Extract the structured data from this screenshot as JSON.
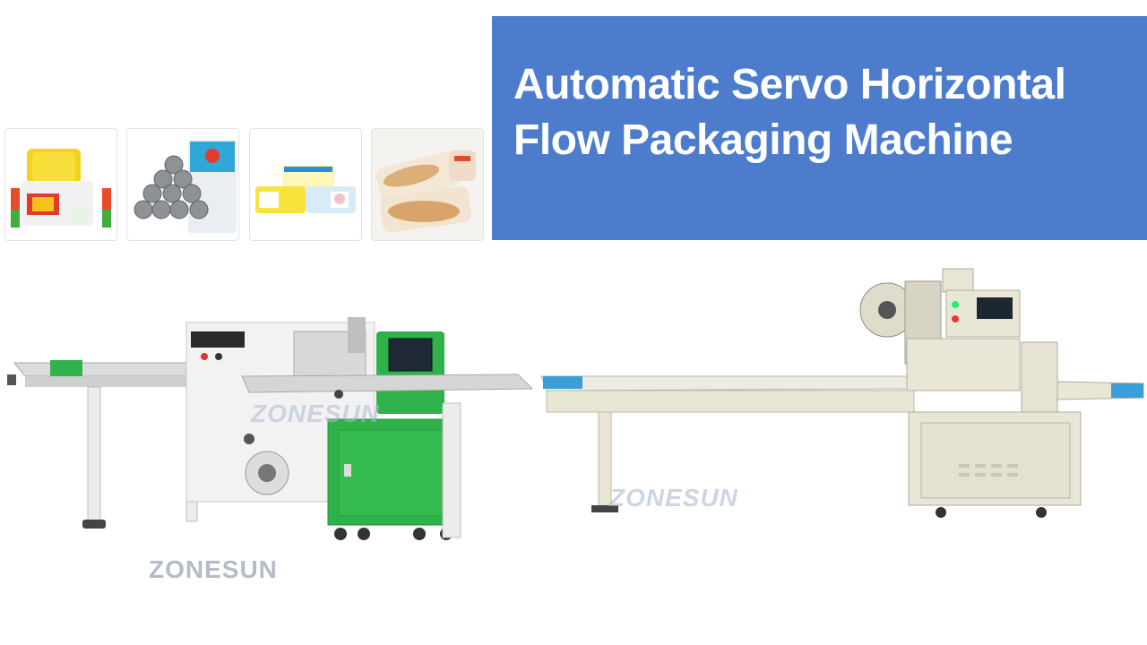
{
  "title": {
    "line1": "Automatic Servo Horizontal",
    "line2": "Flow Packaging Machine"
  },
  "thumbnails": [
    {
      "name": "soap-bars"
    },
    {
      "name": "steel-wool-scrubbers"
    },
    {
      "name": "wet-wipes"
    },
    {
      "name": "bread-packs"
    }
  ],
  "watermarks": [
    "ZONESUN",
    "ZONESUN",
    "ZONESUN"
  ],
  "colors": {
    "title_panel": "#4d7ccc",
    "machine_green": "#2fb24a",
    "machine_cream": "#e9e6d6"
  }
}
